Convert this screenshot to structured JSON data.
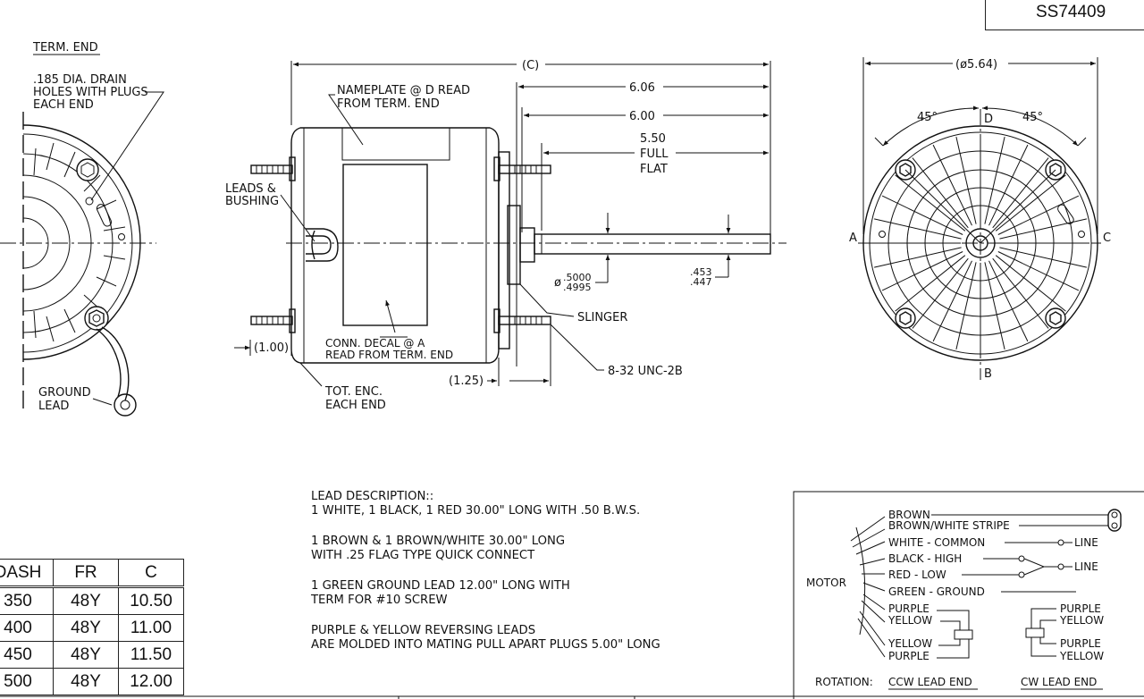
{
  "part_number": "SS74409",
  "labels": {
    "term_end": "TERM. END",
    "drain_holes": [
      ".185 DIA. DRAIN",
      "HOLES WITH PLUGS",
      "EACH END"
    ],
    "ground_lead": [
      "GROUND",
      "LEAD"
    ],
    "nameplate": [
      "NAMEPLATE @ D READ",
      "FROM TERM. END"
    ],
    "leads_bushing": [
      "LEADS &",
      "BUSHING"
    ],
    "conn_decal": [
      "CONN. DECAL @ A",
      "READ FROM TERM. END"
    ],
    "tot_enc": [
      "TOT. ENC.",
      "EACH END"
    ],
    "slinger": "SLINGER",
    "thread": "8-32 UNC-2B",
    "full_flat": [
      "5.50",
      "FULL",
      "FLAT"
    ],
    "dim_c": "(C)",
    "dim_606": "6.06",
    "dim_600": "6.00",
    "dim_100": "(1.00)",
    "dim_125": "(1.25)",
    "shaft_dia_top": ".5000",
    "shaft_dia_bot": ".4995",
    "shaft_dia_prefix": "ø",
    "flat_top": ".453",
    "flat_bot": ".447",
    "end_dia": "(ø5.64)",
    "angle_left": "45°",
    "angle_right": "45°",
    "pos_a": "A",
    "pos_b": "B",
    "pos_c": "C",
    "pos_d": "D"
  },
  "lead_description": {
    "title": "LEAD DESCRIPTION::",
    "lines": [
      "1 WHITE, 1 BLACK, 1 RED 30.00\" LONG WITH .50 B.W.S.",
      "1 BROWN & 1 BROWN/WHITE 30.00\" LONG",
      "WITH .25 FLAG TYPE QUICK CONNECT",
      "1 GREEN GROUND LEAD 12.00\" LONG WITH",
      "TERM FOR #10 SCREW",
      "PURPLE & YELLOW REVERSING LEADS",
      "ARE MOLDED INTO MATING PULL APART PLUGS 5.00\" LONG"
    ]
  },
  "table": {
    "headers": [
      "DASH",
      "FR",
      "C"
    ],
    "rows": [
      [
        "350",
        "48Y",
        "10.50"
      ],
      [
        "400",
        "48Y",
        "11.00"
      ],
      [
        "450",
        "48Y",
        "11.50"
      ],
      [
        "500",
        "48Y",
        "12.00"
      ]
    ]
  },
  "wiring": {
    "motor": "MOTOR",
    "brown": "BROWN",
    "brown_white": "BROWN/WHITE STRIPE",
    "white": "WHITE  -  COMMON",
    "black": "BLACK  -  HIGH",
    "red": "RED  -  LOW",
    "green": "GREEN  -  GROUND",
    "purple1": "PURPLE",
    "yellow1": "YELLOW",
    "yellow2": "YELLOW",
    "purple2": "PURPLE",
    "line1": "LINE",
    "line2": "LINE",
    "r_purple1": "PURPLE",
    "r_yellow1": "YELLOW",
    "r_purple2": "PURPLE",
    "r_yellow2": "YELLOW",
    "rotation": "ROTATION:",
    "ccw": "CCW LEAD END",
    "cw": "CW LEAD END"
  }
}
